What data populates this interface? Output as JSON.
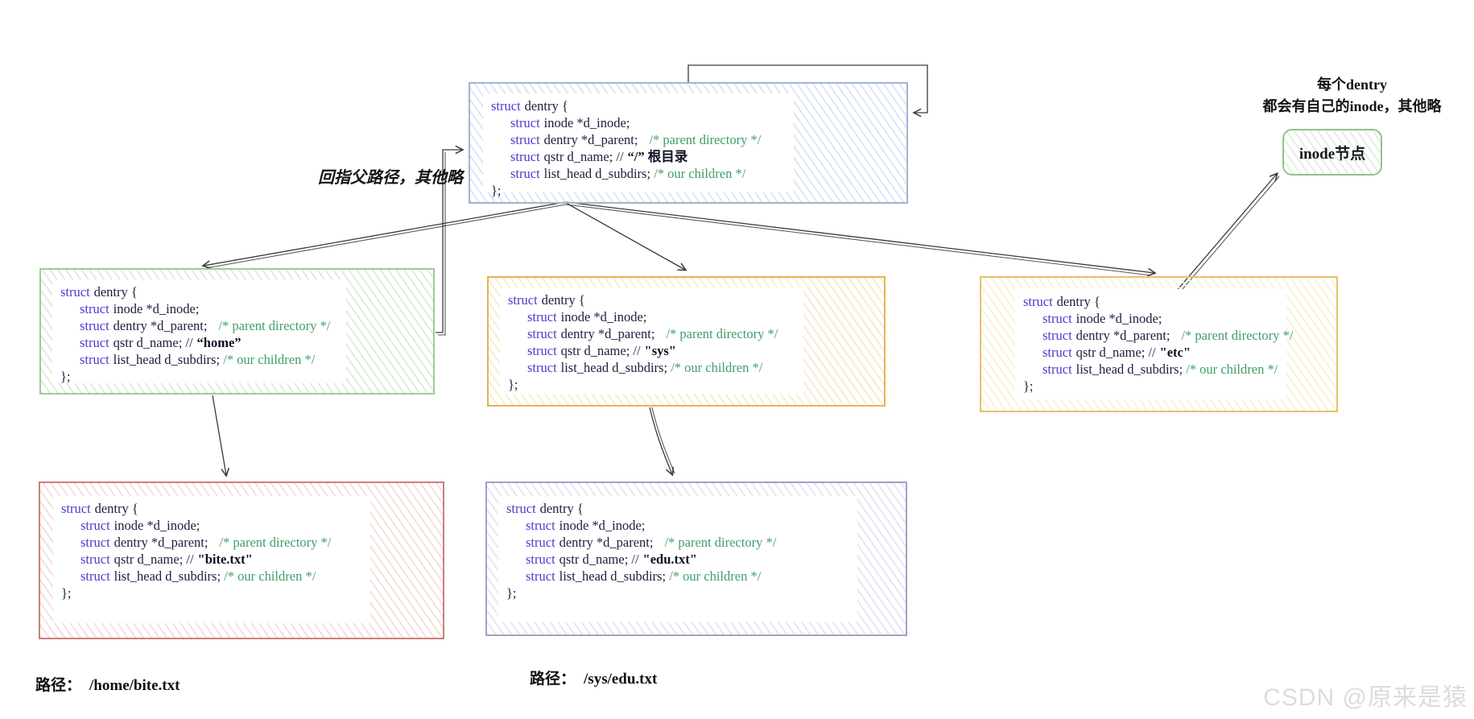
{
  "texts": {
    "back_to_parent_note": "回指父路径，其他略",
    "inode_note_cn1": "每个",
    "inode_note_en1": "dentry",
    "inode_note_cn2": "都会有自己的",
    "inode_note_en2": "inode",
    "inode_note_cn3": "，其他略",
    "inode_box_en": "inode",
    "inode_box_cn": "节点",
    "path1_label": "路径：",
    "path1_value": "/home/bite.txt",
    "path2_label": "路径：",
    "path2_value": "/sys/edu.txt",
    "watermark": "CSDN @原来是猿"
  },
  "code": {
    "kw": "struct",
    "line1_rest": "dentry {",
    "line2_rest": "inode *d_inode;",
    "line3_rest": "dentry *d_parent;",
    "line3_comment": "/* parent directory */",
    "line4_rest": "qstr d_name; //",
    "line5_rest": "list_head d_subdirs;",
    "line5_comment": "/* our children */",
    "close_brace": "};"
  },
  "boxes": [
    {
      "id": "root",
      "name_comment": "“/” 根目录"
    },
    {
      "id": "home",
      "name_comment": "“home”"
    },
    {
      "id": "sys",
      "name_comment": "\"sys\""
    },
    {
      "id": "etc",
      "name_comment": "\"etc\""
    },
    {
      "id": "bite",
      "name_comment": "\"bite.txt\""
    },
    {
      "id": "edu",
      "name_comment": "\"edu.txt\""
    }
  ],
  "colors": {
    "root_border": "#9fb4d6",
    "home_border": "#9fca9b",
    "sys_border": "#e6b354",
    "etc_border": "#e4c468",
    "bite_border": "#c98079",
    "edu_border": "#a99dcb",
    "inode_border": "#92c28e",
    "keyword": "#4a3bd0",
    "comment": "#3f9e68",
    "arrow": "#3a3a3a",
    "watermark": "#dcdcdc"
  }
}
